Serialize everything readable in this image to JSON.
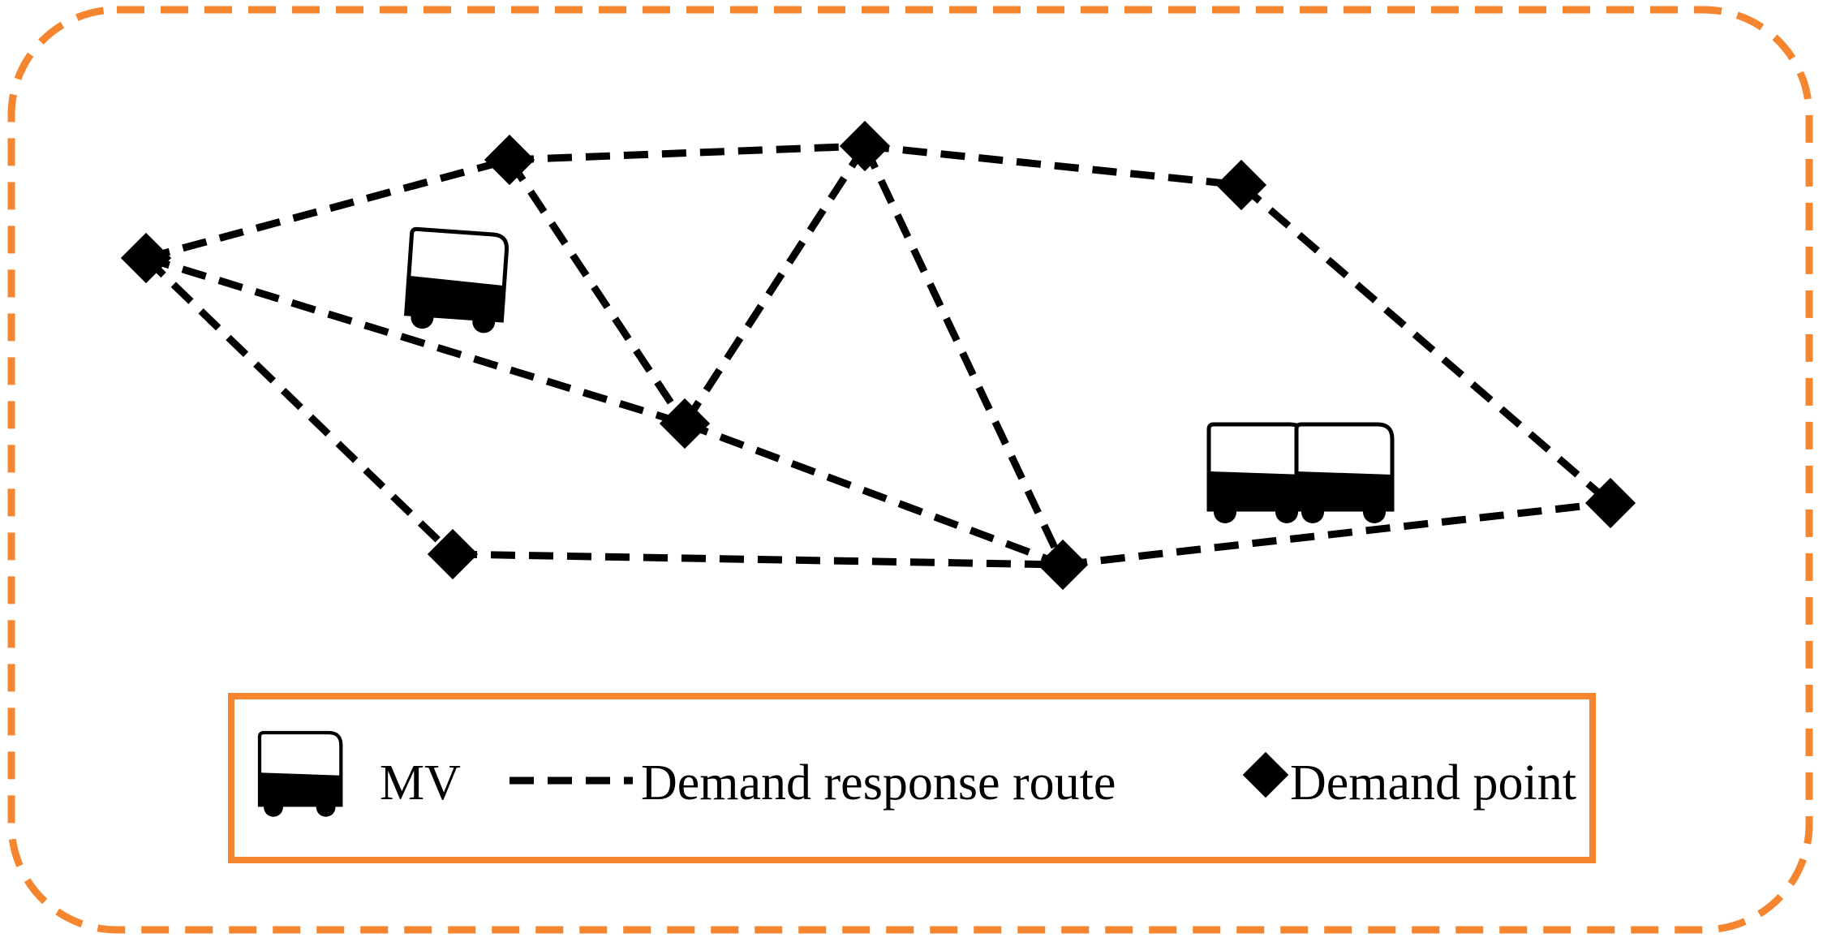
{
  "colors": {
    "frame": "#F5862F",
    "route": "#000000",
    "vehicle": "#000000",
    "point": "#000000",
    "background": "#FFFFFF"
  },
  "diagram": {
    "nodes": [
      {
        "id": "n1",
        "kind": "demand-point"
      },
      {
        "id": "n2",
        "kind": "demand-point"
      },
      {
        "id": "n3",
        "kind": "demand-point"
      },
      {
        "id": "n4",
        "kind": "demand-point"
      },
      {
        "id": "n5",
        "kind": "demand-point"
      },
      {
        "id": "n6",
        "kind": "demand-point"
      },
      {
        "id": "n7",
        "kind": "demand-point"
      },
      {
        "id": "n8",
        "kind": "demand-point"
      }
    ],
    "edges": [
      [
        "n1",
        "n2"
      ],
      [
        "n2",
        "n3"
      ],
      [
        "n3",
        "n4"
      ],
      [
        "n1",
        "n5"
      ],
      [
        "n2",
        "n5"
      ],
      [
        "n3",
        "n5"
      ],
      [
        "n3",
        "n7"
      ],
      [
        "n5",
        "n7"
      ],
      [
        "n1",
        "n6"
      ],
      [
        "n6",
        "n7"
      ],
      [
        "n7",
        "n8"
      ],
      [
        "n4",
        "n8"
      ]
    ],
    "vehicles": [
      "mv-1",
      "mv-2",
      "mv-3"
    ]
  },
  "legend": {
    "mv_label": "MV",
    "route_label": "Demand response route",
    "point_label": "Demand point"
  }
}
